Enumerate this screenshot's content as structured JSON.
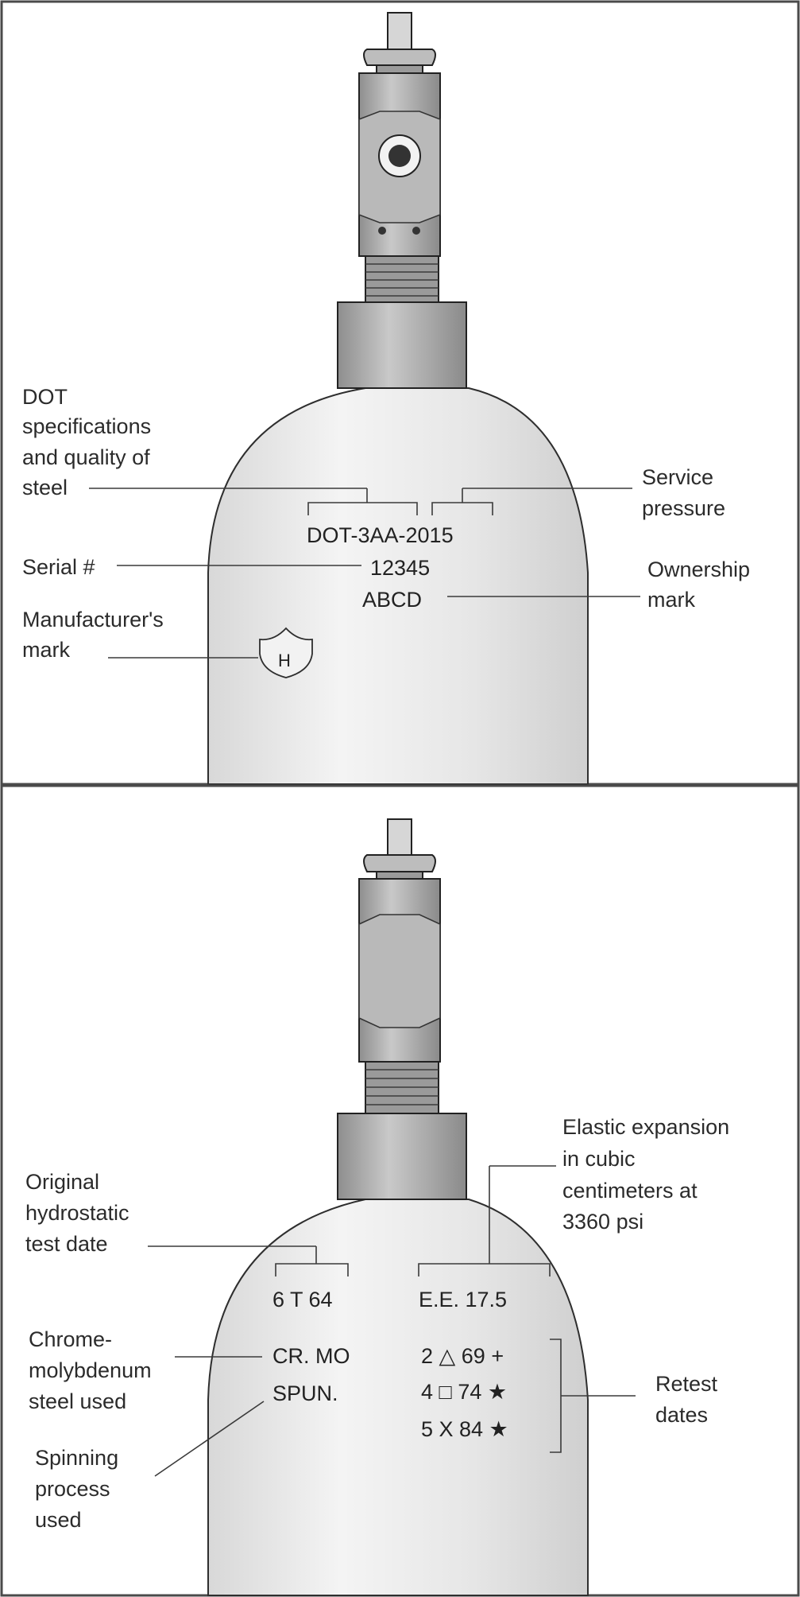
{
  "top_panel": {
    "labels": {
      "dot_spec": [
        "DOT",
        "specifications",
        "and quality of",
        "steel"
      ],
      "service_pressure": [
        "Service",
        "pressure"
      ],
      "serial": [
        "Serial #"
      ],
      "ownership": [
        "Ownership",
        "mark"
      ],
      "manufacturer": [
        "Manufacturer's",
        "mark"
      ]
    },
    "stamps": {
      "spec_line": "DOT-3AA-2015",
      "serial_number": "12345",
      "owner_code": "ABCD",
      "manufacturer_symbol": "H"
    }
  },
  "bottom_panel": {
    "labels": {
      "elastic_expansion": [
        "Elastic expansion",
        "in cubic",
        "centimeters at",
        "3360 psi"
      ],
      "original_test": [
        "Original",
        "hydrostatic",
        "test date"
      ],
      "chrome_moly": [
        "Chrome-",
        "molybdenum",
        "steel used"
      ],
      "retest": [
        "Retest",
        "dates"
      ],
      "spinning": [
        "Spinning",
        "process",
        "used"
      ]
    },
    "stamps": {
      "test_date": "6 T 64",
      "elastic_value": "E.E. 17.5",
      "material": "CR. MO",
      "process": "SPUN.",
      "retest_lines": [
        "2 △ 69 +",
        "4 □ 74 ★",
        "5 X 84 ★"
      ]
    }
  }
}
